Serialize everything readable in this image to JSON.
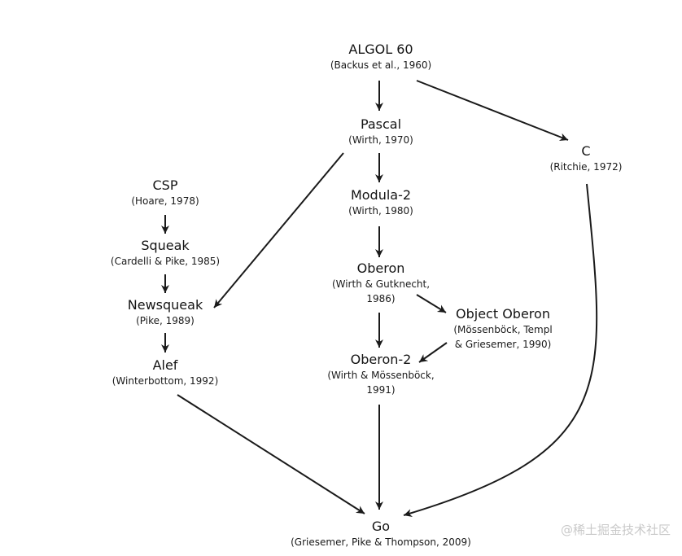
{
  "nodes": {
    "algol60": {
      "name": "ALGOL 60",
      "meta": [
        "(Backus et al., 1960)"
      ]
    },
    "pascal": {
      "name": "Pascal",
      "meta": [
        "(Wirth, 1970)"
      ]
    },
    "c": {
      "name": "C",
      "meta": [
        "(Ritchie, 1972)"
      ]
    },
    "csp": {
      "name": "CSP",
      "meta": [
        "(Hoare, 1978)"
      ]
    },
    "modula2": {
      "name": "Modula-2",
      "meta": [
        "(Wirth, 1980)"
      ]
    },
    "squeak": {
      "name": "Squeak",
      "meta": [
        "(Cardelli & Pike, 1985)"
      ]
    },
    "oberon": {
      "name": "Oberon",
      "meta": [
        "(Wirth & Gutknecht,",
        "1986)"
      ]
    },
    "newsqueak": {
      "name": "Newsqueak",
      "meta": [
        "(Pike, 1989)"
      ]
    },
    "object_oberon": {
      "name": "Object Oberon",
      "meta": [
        "(Mössenböck, Templ",
        "& Griesemer, 1990)"
      ]
    },
    "alef": {
      "name": "Alef",
      "meta": [
        "(Winterbottom, 1992)"
      ]
    },
    "oberon2": {
      "name": "Oberon-2",
      "meta": [
        "(Wirth & Mössenböck,",
        "1991)"
      ]
    },
    "go": {
      "name": "Go",
      "meta": [
        "(Griesemer, Pike & Thompson, 2009)"
      ]
    }
  },
  "edges": [
    {
      "from": "algol60",
      "to": "pascal"
    },
    {
      "from": "algol60",
      "to": "c"
    },
    {
      "from": "pascal",
      "to": "modula2"
    },
    {
      "from": "pascal",
      "to": "newsqueak"
    },
    {
      "from": "csp",
      "to": "squeak"
    },
    {
      "from": "squeak",
      "to": "newsqueak"
    },
    {
      "from": "newsqueak",
      "to": "alef"
    },
    {
      "from": "modula2",
      "to": "oberon"
    },
    {
      "from": "oberon",
      "to": "object_oberon"
    },
    {
      "from": "oberon",
      "to": "oberon2"
    },
    {
      "from": "object_oberon",
      "to": "oberon2"
    },
    {
      "from": "alef",
      "to": "go"
    },
    {
      "from": "oberon2",
      "to": "go"
    },
    {
      "from": "c",
      "to": "go"
    }
  ],
  "watermark": "@稀土掘金技术社区"
}
